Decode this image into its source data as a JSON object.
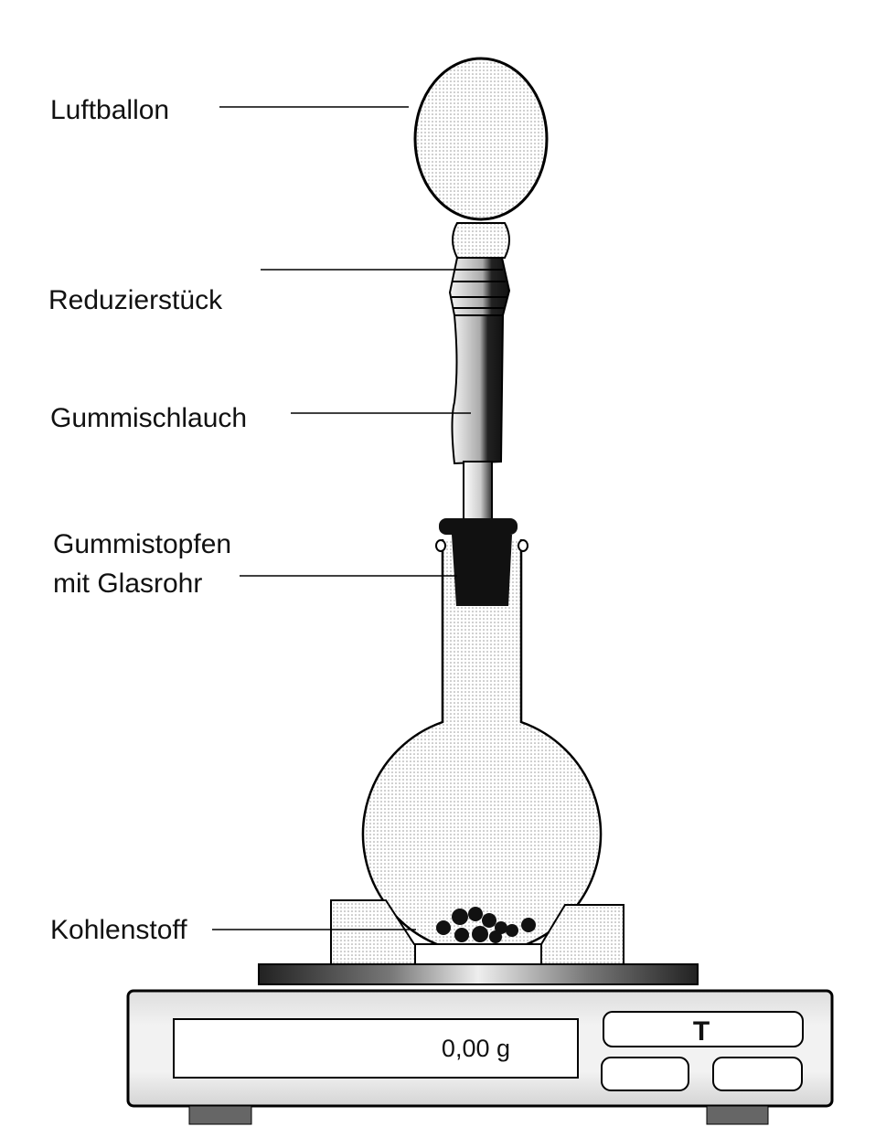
{
  "labels": {
    "balloon": "Luftballon",
    "reducer": "Reduzierstück",
    "hose": "Gummischlauch",
    "stopper_line1": "Gummistopfen",
    "stopper_line2": "mit Glasrohr",
    "carbon": "Kohlenstoff"
  },
  "scale": {
    "display_value": "0,00 g",
    "tare_label": "T"
  }
}
